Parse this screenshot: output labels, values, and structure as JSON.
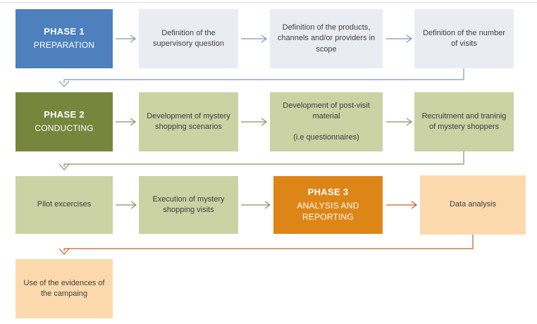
{
  "colors": {
    "phase1_fill": "#4D80BC",
    "phase1_light": "#E9EDF3",
    "phase2_fill": "#77863D",
    "phase2_light": "#CBD2A3",
    "phase3_fill": "#DD8516",
    "phase3_light": "#FBD9AD",
    "arrow_blue": "#7D95BA",
    "arrow_olive": "#8A9162",
    "arrow_orange": "#C2602C",
    "text_dark": "#3E3E3E",
    "text_light": "#FFFFFF",
    "top_border": "#DCDCDC"
  },
  "flow": {
    "rows": [
      {
        "boxes": [
          {
            "kind": "phase",
            "title": "PHASE 1",
            "subtitle": "PREPARATION"
          },
          {
            "kind": "step",
            "text": "Definition of the supervisory question"
          },
          {
            "kind": "step",
            "text": "Definition of the products, channels and/or providers in scope"
          },
          {
            "kind": "step",
            "text": "Definition of the number of visits"
          }
        ]
      },
      {
        "boxes": [
          {
            "kind": "phase",
            "title": "PHASE 2",
            "subtitle": "CONDUCTING"
          },
          {
            "kind": "step",
            "text": "Development of mystery shopping scenarios"
          },
          {
            "kind": "step",
            "lines": [
              "Development of post-visit material",
              "(i.e questionnaires)"
            ]
          },
          {
            "kind": "step",
            "text": "Recruitment and traninig of mystery shoppers"
          }
        ]
      },
      {
        "boxes": [
          {
            "kind": "step",
            "text": "Pilot excercises"
          },
          {
            "kind": "step",
            "text": "Execution of mystery shopping visits"
          },
          {
            "kind": "phase",
            "title": "PHASE 3",
            "subtitle": "ANALYSIS AND REPORTING"
          },
          {
            "kind": "step",
            "text": "Data analysis"
          }
        ]
      },
      {
        "boxes": [
          {
            "kind": "step",
            "text": "Use of the evidences of the campaing"
          }
        ]
      }
    ]
  }
}
